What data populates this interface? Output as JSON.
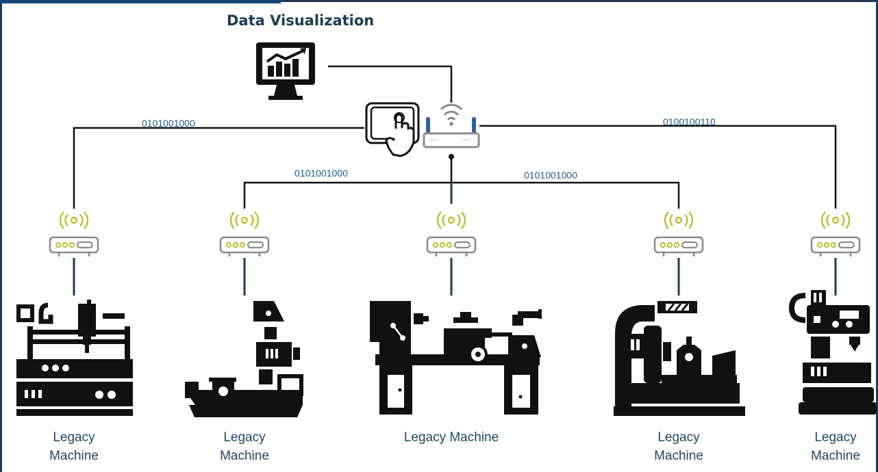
{
  "title": "Data Visualization",
  "binary_labels": {
    "top_left": "0101001000",
    "top_right": "0100100110",
    "mid_left": "0101001000",
    "mid_right": "0101001000"
  },
  "machines": [
    {
      "label_line1": "Legacy",
      "label_line2": "Machine"
    },
    {
      "label_line1": "Legacy",
      "label_line2": "Machine"
    },
    {
      "label_line1": "Legacy Machine",
      "label_line2": ""
    },
    {
      "label_line1": "Legacy",
      "label_line2": "Machine"
    },
    {
      "label_line1": "Legacy",
      "label_line2": "Machine"
    }
  ],
  "icons": {
    "monitor": "chart-monitor-icon",
    "touch": "touchscreen-icon",
    "router": "wifi-router-icon",
    "receiver": "wireless-receiver-icon",
    "machines": [
      "cnc-router-machine-icon",
      "drill-press-machine-icon",
      "lathe-machine-icon",
      "cnc-lathe-machine-icon",
      "milling-machine-icon"
    ]
  },
  "colors": {
    "title": "#1f3b57",
    "binary_text": "#1c5a8c",
    "signal": "#b8c234",
    "wire_dark": "#111111",
    "wire_blue": "#1f3b57",
    "device_gray": "#8c8c8c",
    "router_blue": "#2f5fa3"
  }
}
